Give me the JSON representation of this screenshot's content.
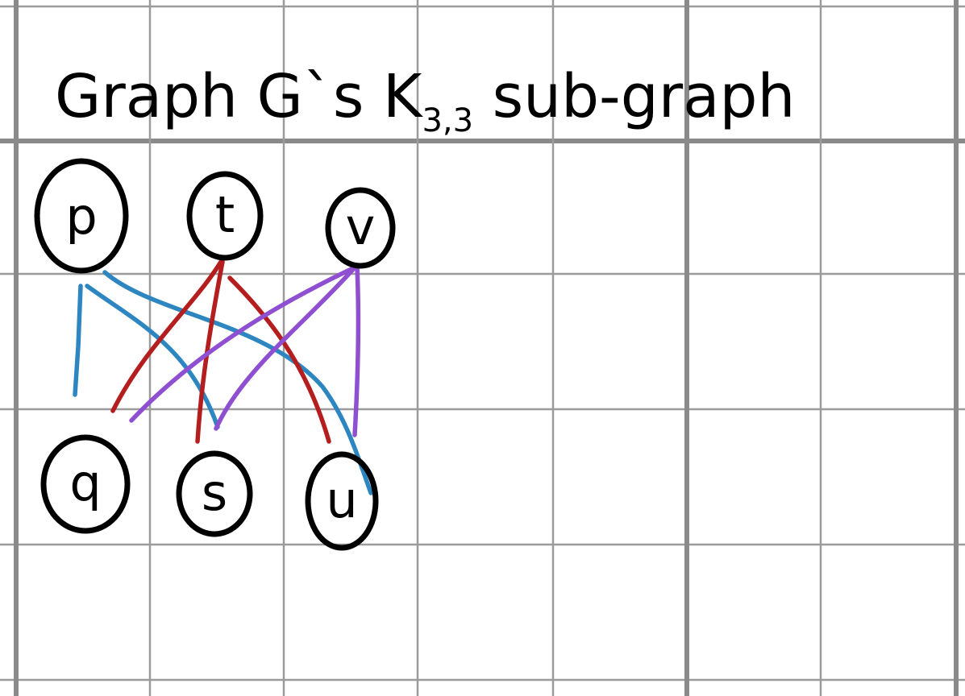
{
  "title": {
    "prefix": "Graph G`s K",
    "subscript": "3,3",
    "suffix": " sub-graph"
  },
  "nodes": {
    "p": "p",
    "t": "t",
    "v": "v",
    "q": "q",
    "s": "s",
    "u": "u"
  },
  "edge_colors": {
    "p": "#2e86c1",
    "t": "#b41e1e",
    "v": "#8e4fd1"
  },
  "edges": [
    {
      "from": "p",
      "to": "q",
      "color": "p"
    },
    {
      "from": "p",
      "to": "s",
      "color": "p"
    },
    {
      "from": "p",
      "to": "u",
      "color": "p"
    },
    {
      "from": "t",
      "to": "q",
      "color": "t"
    },
    {
      "from": "t",
      "to": "s",
      "color": "t"
    },
    {
      "from": "t",
      "to": "u",
      "color": "t"
    },
    {
      "from": "v",
      "to": "q",
      "color": "v"
    },
    {
      "from": "v",
      "to": "s",
      "color": "v"
    },
    {
      "from": "v",
      "to": "u",
      "color": "v"
    }
  ]
}
